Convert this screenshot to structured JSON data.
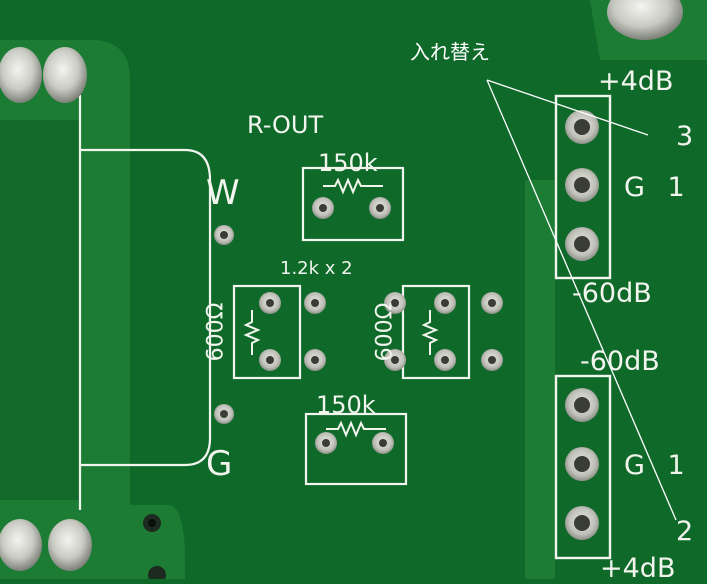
{
  "board": {
    "colors": {
      "mask": "#0f6a2a",
      "silk": "#f2f5ee",
      "copper": "#c9cbc2",
      "drill": "#3a3d36"
    },
    "labels": {
      "r_out": "R-OUT",
      "w": "W",
      "g": "G",
      "res_top": "150k",
      "res_bottom": "150k",
      "res_mid": "1.2k x 2",
      "res_left": "600Ω",
      "res_right": "600Ω",
      "top_conn_plus": "+4dB",
      "top_conn_g1": "G 1",
      "top_conn_minus": "-60dB",
      "bot_conn_minus": "-60dB",
      "bot_conn_g1": "G 1",
      "bot_conn_plus": "+4dB"
    }
  },
  "annotation": {
    "note": "入れ替え",
    "num_top": "3",
    "num_bottom": "2"
  }
}
